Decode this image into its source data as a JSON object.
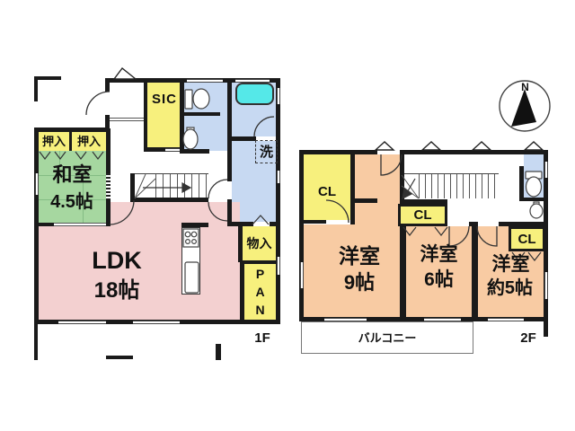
{
  "palette": {
    "wall": "#1a1a1a",
    "yellow": "#f7f07d",
    "green": "#a6d7a0",
    "pink": "#f3d0d0",
    "orange": "#f8cba3",
    "blue": "#c7d9f2",
    "tub": "#55e8e8"
  },
  "floor1": {
    "floor_label": "1F",
    "oshiire_left": "押入",
    "oshiire_right": "押入",
    "washitsu": {
      "name": "和室",
      "size": "4.5帖"
    },
    "sic": "SIC",
    "ldk": {
      "name": "LDK",
      "size": "18帖"
    },
    "monoire": "物入",
    "pantry": [
      "P",
      "A",
      "N"
    ],
    "laundry": "洗"
  },
  "floor2": {
    "floor_label": "2F",
    "closet1": "CL",
    "closet2": "CL",
    "closet3": "CL",
    "bedroom9": {
      "name": "洋室",
      "size": "9帖"
    },
    "bedroom6": {
      "name": "洋室",
      "size": "6帖"
    },
    "bedroom5": {
      "name": "洋室",
      "size": "約5帖"
    },
    "balcony": "バルコニー",
    "compass_north": "N"
  }
}
